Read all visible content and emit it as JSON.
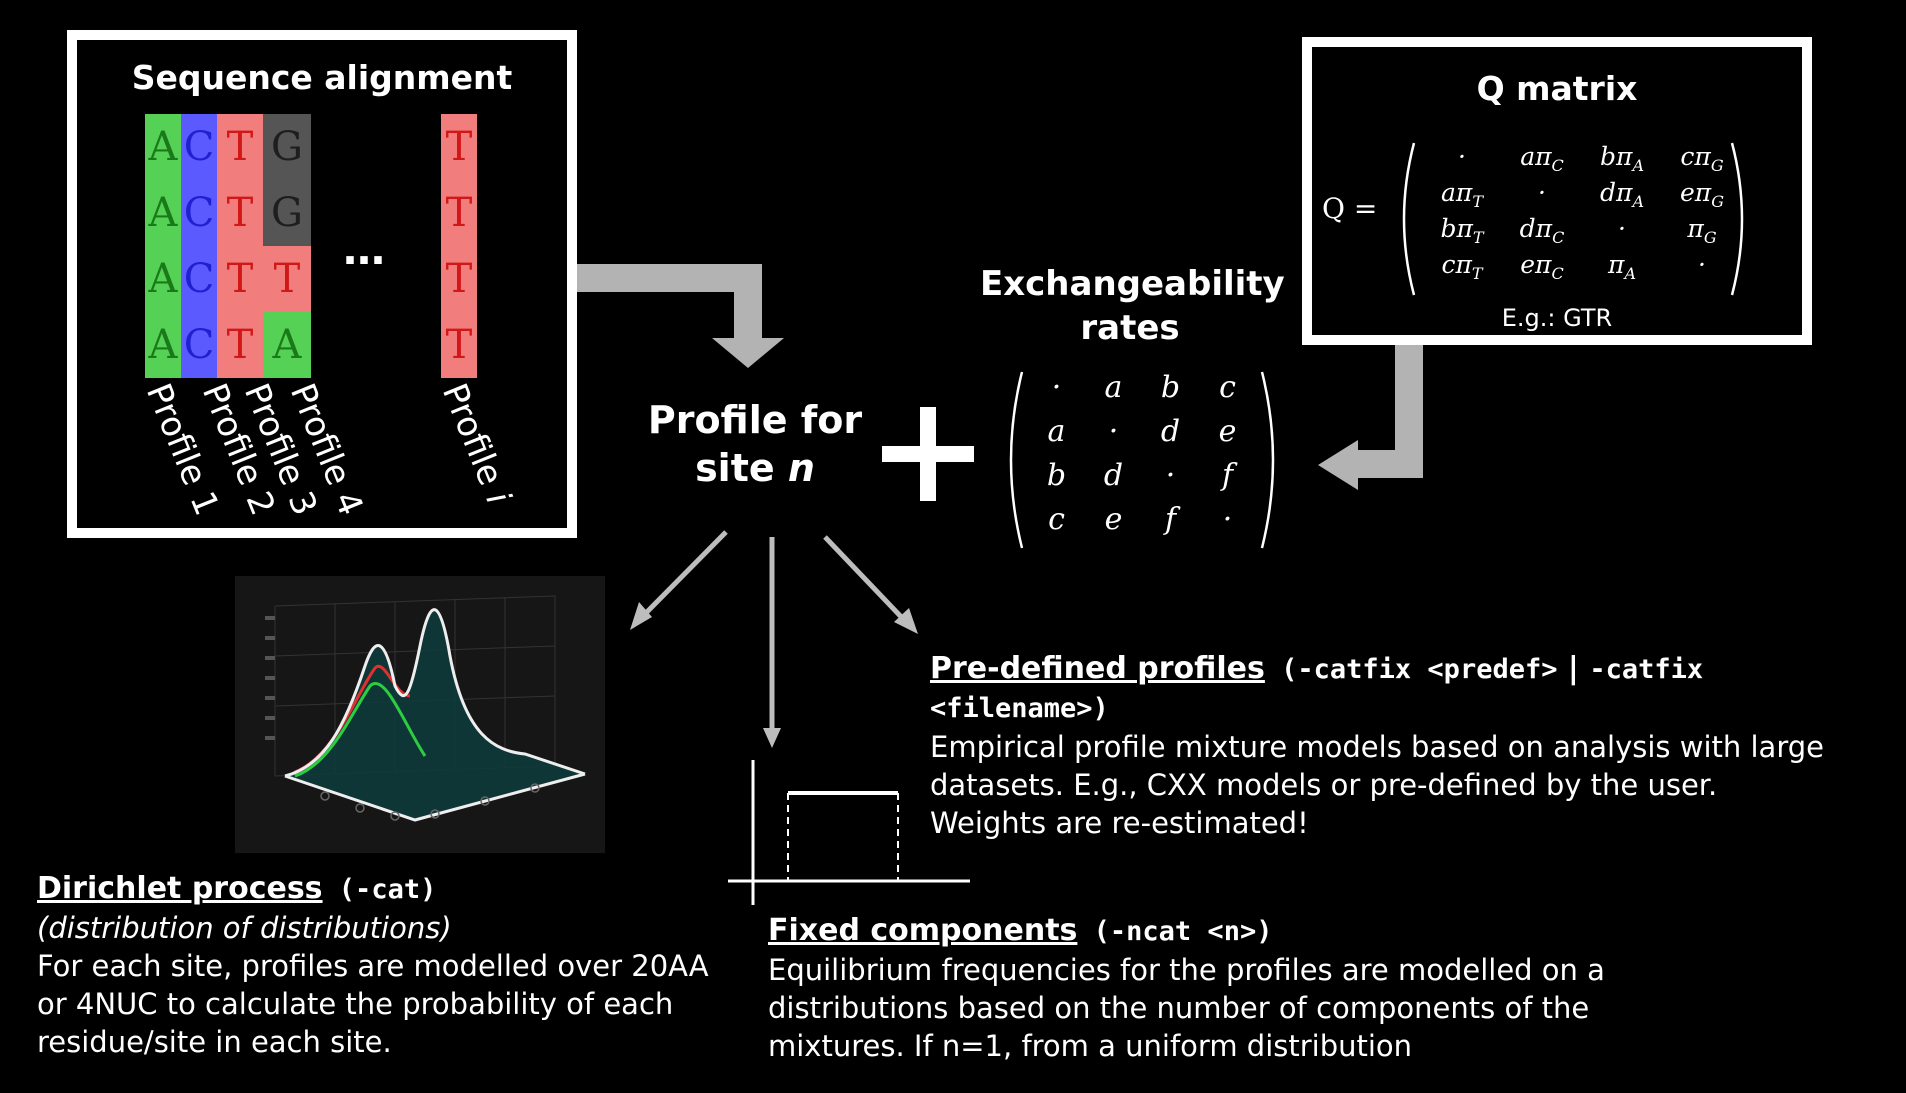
{
  "seq": {
    "title": "Sequence alignment",
    "columns": [
      [
        "A",
        "A",
        "A",
        "A"
      ],
      [
        "C",
        "C",
        "C",
        "C"
      ],
      [
        "T",
        "T",
        "T",
        "T"
      ],
      [
        "G",
        "G",
        "T",
        "A"
      ],
      [
        "T",
        "T",
        "T",
        "T"
      ]
    ],
    "dots": "…",
    "profile_labels": [
      "Profile 1",
      "Profile 2",
      "Profile 3",
      "Profile 4",
      "Profile i"
    ],
    "colors": {
      "A": "#55d155",
      "C": "#5a5aff",
      "T": "#f27d7d",
      "G": "#555555"
    }
  },
  "profile_site": {
    "line1": "Profile for",
    "line2": "site ",
    "var": "n"
  },
  "plus": "+",
  "exchange": {
    "title_line1": "Exchangeability",
    "title_line2": "rates",
    "matrix": [
      [
        "·",
        "a",
        "b",
        "c"
      ],
      [
        "a",
        "·",
        "d",
        "e"
      ],
      [
        "b",
        "d",
        "·",
        "f"
      ],
      [
        "c",
        "e",
        "f",
        "·"
      ]
    ]
  },
  "qmatrix": {
    "title": "Q matrix",
    "lhs": "Q =",
    "matrix": [
      [
        "·",
        "aπ_C",
        "bπ_A",
        "cπ_G"
      ],
      [
        "aπ_T",
        "·",
        "dπ_A",
        "eπ_G"
      ],
      [
        "bπ_T",
        "dπ_C",
        "·",
        "π_G"
      ],
      [
        "cπ_T",
        "eπ_C",
        "π_A",
        "·"
      ]
    ],
    "caption": "E.g.: GTR"
  },
  "dirichlet": {
    "name": "Dirichlet process",
    "flag": " (-cat)",
    "subtitle": "(distribution of distributions)",
    "lines": [
      "For each site, profiles are modelled over 20AA",
      "or 4NUC to calculate the probability of each",
      "residue/site in each site."
    ]
  },
  "fixed": {
    "name": "Fixed components",
    "flag": " (-ncat <n>)",
    "lines": [
      "Equilibrium frequencies for the profiles are modelled on a",
      "distributions based on the number of components of the",
      "mixtures. If n=1, from a uniform distribution"
    ]
  },
  "predef": {
    "name": "Pre-defined profiles",
    "flag1": " (-catfix <predef>",
    "sep": " | ",
    "flag2": "-catfix <filename>)",
    "lines": [
      "Empirical profile mixture models based on analysis with large",
      "datasets. E.g., CXX models or pre-defined by the user.",
      "Weights are re-estimated!"
    ]
  }
}
